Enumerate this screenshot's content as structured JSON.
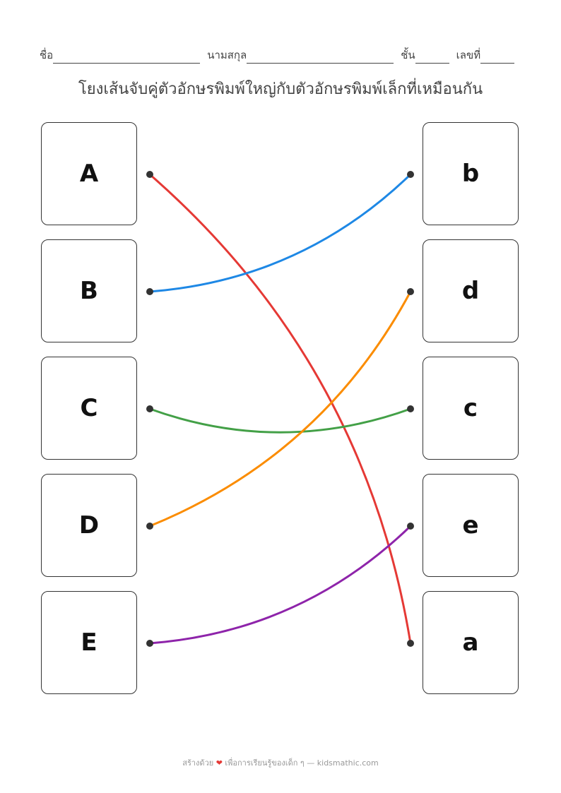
{
  "header": {
    "name_label": "ชื่อ",
    "surname_label": "นามสกุล",
    "class_label": "ชั้น",
    "number_label": "เลขที่"
  },
  "title": "โยงเส้นจับคู่ตัวอักษรพิมพ์ใหญ่กับตัวอักษรพิมพ์เล็กที่เหมือนกัน",
  "left": [
    "A",
    "B",
    "C",
    "D",
    "E"
  ],
  "right": [
    "b",
    "d",
    "c",
    "e",
    "a"
  ],
  "connections": [
    {
      "from": 0,
      "to": 4,
      "color": "#e53935"
    },
    {
      "from": 1,
      "to": 0,
      "color": "#1e88e5"
    },
    {
      "from": 2,
      "to": 2,
      "color": "#43a047"
    },
    {
      "from": 3,
      "to": 1,
      "color": "#fb8c00"
    },
    {
      "from": 4,
      "to": 3,
      "color": "#8e24aa"
    }
  ],
  "footer": {
    "prefix": "สร้างด้วย",
    "heart": "❤",
    "suffix": "เพื่อการเรียนรู้ของเด็ก ๆ — kidsmathic.com"
  }
}
